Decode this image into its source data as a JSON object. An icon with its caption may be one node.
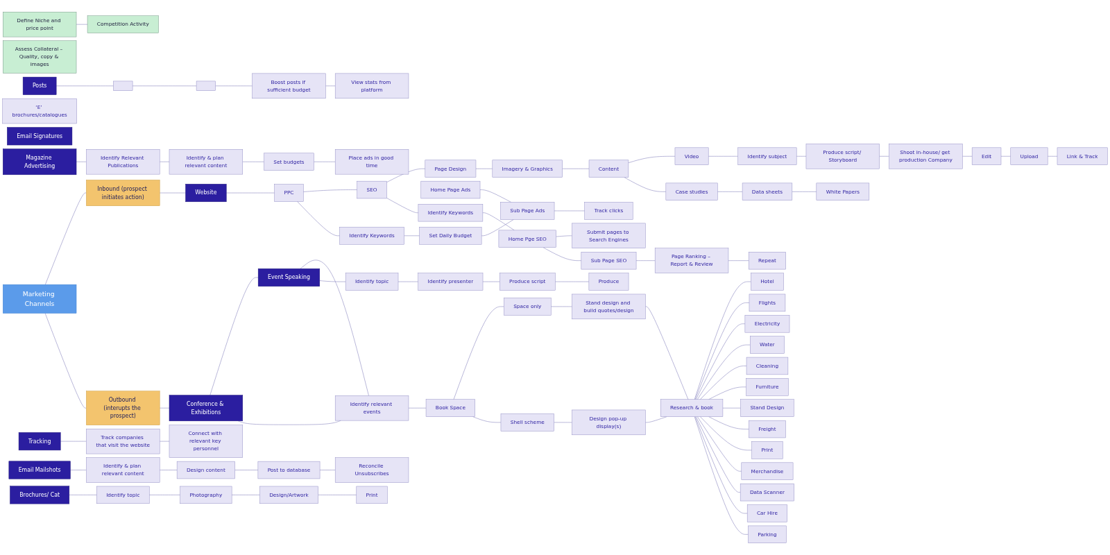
{
  "diagram": {
    "nodes": [
      {
        "text": [
          "Define Niche and price point"
        ]
      },
      {
        "text": [
          "Competition Activity"
        ]
      },
      {
        "text": [
          "Assess Collateral – Quality, copy & images"
        ]
      },
      {
        "text": [
          "Marketing Channels"
        ]
      },
      {
        "text": [
          "Inbound (prospect initiates action)"
        ]
      },
      {
        "text": [
          "Outbound (interupts the prospect)"
        ]
      },
      {
        "text": [
          "Website"
        ]
      },
      {
        "text": [
          "PPC"
        ]
      },
      {
        "text": [
          "Identify Keywords"
        ]
      },
      {
        "text": [
          "Set Daily Budget"
        ]
      },
      {
        "text": [
          "Home Page Ads"
        ]
      },
      {
        "text": [
          "Sub Page Ads"
        ]
      },
      {
        "text": [
          "Track clicks"
        ]
      },
      {
        "text": [
          "SEO"
        ]
      },
      {
        "text": [
          "Identify Keywords"
        ]
      },
      {
        "text": [
          "Home Pge SEO"
        ]
      },
      {
        "text": [
          "Submit pages to Search Engines"
        ]
      },
      {
        "text": [
          "Sub Page SEO"
        ]
      },
      {
        "text": [
          "Page Ranking – Report & Review"
        ]
      },
      {
        "text": [
          "Repeat"
        ]
      },
      {
        "text": [
          "Page Design"
        ]
      },
      {
        "text": [
          "Imagery & Graphics"
        ]
      },
      {
        "text": [
          "‘E’ brochures/catalogues"
        ]
      },
      {
        "text": [
          "Content"
        ]
      },
      {
        "text": [
          "Case studies"
        ]
      },
      {
        "text": [
          "Data sheets"
        ]
      },
      {
        "text": [
          "White Papers"
        ]
      },
      {
        "text": [
          "Video"
        ]
      },
      {
        "text": [
          "Identify subject"
        ]
      },
      {
        "text": [
          "Produce script/ Storyboard"
        ]
      },
      {
        "text": [
          "Shoot in-house/ get production Company"
        ]
      },
      {
        "text": [
          "Edit"
        ]
      },
      {
        "text": [
          "Upload"
        ]
      },
      {
        "text": [
          "Link & Track"
        ]
      },
      {
        "text": [
          "Email Signatures"
        ]
      },
      {
        "text": [
          "Posts"
        ]
      },
      {
        "text": [],
        "shape": "box"
      },
      {
        "text": [],
        "shape": "box"
      },
      {
        "text": [
          "Boost posts if sufficient budget"
        ]
      },
      {
        "text": [
          "View stats from platform"
        ]
      },
      {
        "text": [
          "Magazine Advertising"
        ]
      },
      {
        "text": [
          "Identify Relevant Publications"
        ]
      },
      {
        "text": [
          "Identify & plan relevant content"
        ]
      },
      {
        "text": [
          "Set budgets"
        ]
      },
      {
        "text": [
          "Place ads in good time"
        ]
      },
      {
        "text": [
          "Tracking"
        ]
      },
      {
        "text": [
          "Track companies that visit the website"
        ]
      },
      {
        "text": [
          "Connect with relevant key personnel"
        ]
      },
      {
        "text": [
          "Email Mailshots"
        ]
      },
      {
        "text": [
          "Identify & plan relevant content"
        ]
      },
      {
        "text": [
          "Design content"
        ]
      },
      {
        "text": [
          "Post to database"
        ]
      },
      {
        "text": [
          "Reconcile Unsubscribes"
        ]
      },
      {
        "text": [
          "Event Speaking"
        ]
      },
      {
        "text": [
          "Identify topic"
        ]
      },
      {
        "text": [
          "Identify presenter"
        ]
      },
      {
        "text": [
          "Produce script"
        ]
      },
      {
        "text": [
          "Produce"
        ]
      },
      {
        "text": [
          "Conference & Exhibitions"
        ]
      },
      {
        "text": [
          "Identify relevant events"
        ]
      },
      {
        "text": [
          "Book Space"
        ]
      },
      {
        "text": [
          "Space only"
        ]
      },
      {
        "text": [
          "Shell scheme"
        ]
      },
      {
        "text": [
          "Stand design and build quotes/design"
        ]
      },
      {
        "text": [
          "Design pop-up display(s)"
        ]
      },
      {
        "text": [
          "Research & book"
        ]
      },
      {
        "text": [
          "Hotel"
        ]
      },
      {
        "text": [
          "Flights"
        ]
      },
      {
        "text": [
          "Electricity"
        ]
      },
      {
        "text": [
          "Water"
        ]
      },
      {
        "text": [
          "Cleaning"
        ]
      },
      {
        "text": [
          "Furniture"
        ]
      },
      {
        "text": [
          "Stand Design"
        ]
      },
      {
        "text": [
          "Freight"
        ]
      },
      {
        "text": [
          "Print"
        ]
      },
      {
        "text": [
          "Merchandise"
        ]
      },
      {
        "text": [
          "Data Scanner"
        ]
      },
      {
        "text": [
          "Car Hire"
        ]
      },
      {
        "text": [
          "Parking"
        ]
      },
      {
        "text": [
          "Brochures/ Cat"
        ]
      },
      {
        "text": [
          "Identify topic"
        ]
      },
      {
        "text": [
          "Photography"
        ]
      },
      {
        "text": [
          "Design/Artwork"
        ]
      },
      {
        "text": [
          "Print"
        ]
      }
    ],
    "edges": [
      {
        "from": 0,
        "to": 1,
        "arrow": "none"
      },
      {
        "from": 3,
        "to": 4,
        "arrow": "none"
      },
      {
        "from": 3,
        "to": 5,
        "arrow": "none"
      },
      {
        "from": 4,
        "to": 6,
        "arrow": "none"
      },
      {
        "from": 6,
        "to": 7,
        "arrow": "none"
      },
      {
        "from": 7,
        "to": 13,
        "arrow": "none"
      },
      {
        "from": 13,
        "to": 20,
        "arrow": "none"
      },
      {
        "from": 20,
        "to": 21,
        "arrow": "none"
      },
      {
        "from": 21,
        "to": 23,
        "arrow": "none"
      },
      {
        "from": 23,
        "to": 27,
        "arrow": "none"
      },
      {
        "from": 7,
        "to": 8,
        "arrow": "none"
      },
      {
        "from": 8,
        "to": 9,
        "arrow": "none"
      },
      {
        "from": 9,
        "to": 11,
        "arrow": "none"
      },
      {
        "from": 10,
        "to": 11,
        "arrow": "none"
      },
      {
        "from": 11,
        "to": 12,
        "arrow": "none"
      },
      {
        "from": 13,
        "to": 14,
        "arrow": "none"
      },
      {
        "from": 14,
        "to": 15,
        "arrow": "none"
      },
      {
        "from": 15,
        "to": 16,
        "arrow": "none"
      },
      {
        "from": 15,
        "to": 17,
        "arrow": "none"
      },
      {
        "from": 17,
        "to": 18,
        "arrow": "none"
      },
      {
        "from": 18,
        "to": 19,
        "arrow": "none"
      },
      {
        "from": 23,
        "to": 24,
        "arrow": "none"
      },
      {
        "from": 24,
        "to": 25,
        "arrow": "none"
      },
      {
        "from": 25,
        "to": 26,
        "arrow": "none"
      },
      {
        "from": 27,
        "to": 28,
        "arrow": "none"
      },
      {
        "from": 28,
        "to": 29,
        "arrow": "none"
      },
      {
        "from": 29,
        "to": 30,
        "arrow": "none"
      },
      {
        "from": 30,
        "to": 31,
        "arrow": "none"
      },
      {
        "from": 31,
        "to": 32,
        "arrow": "none"
      },
      {
        "from": 32,
        "to": 33,
        "arrow": "none"
      },
      {
        "from": 35,
        "to": 36,
        "arrow": "none"
      },
      {
        "from": 36,
        "to": 37,
        "arrow": "none"
      },
      {
        "from": 37,
        "to": 38,
        "arrow": "none"
      },
      {
        "from": 38,
        "to": 39,
        "arrow": "none"
      },
      {
        "from": 40,
        "to": 41,
        "arrow": "none"
      },
      {
        "from": 41,
        "to": 42,
        "arrow": "none"
      },
      {
        "from": 42,
        "to": 43,
        "arrow": "none"
      },
      {
        "from": 43,
        "to": 44,
        "arrow": "none"
      },
      {
        "from": 45,
        "to": 46,
        "arrow": "none"
      },
      {
        "from": 46,
        "to": 47,
        "arrow": "none"
      },
      {
        "from": 48,
        "to": 49,
        "arrow": "none"
      },
      {
        "from": 49,
        "to": 50,
        "arrow": "none"
      },
      {
        "from": 50,
        "to": 51,
        "arrow": "none"
      },
      {
        "from": 51,
        "to": 52,
        "arrow": "none"
      },
      {
        "from": 5,
        "to": 58,
        "arrow": "none"
      },
      {
        "from": 58,
        "to": 53,
        "arrow": "none"
      },
      {
        "from": 53,
        "to": 59,
        "arrow": "none"
      },
      {
        "from": 58,
        "to": 59,
        "arrow": "none"
      },
      {
        "from": 53,
        "to": 54,
        "arrow": "none"
      },
      {
        "from": 54,
        "to": 55,
        "arrow": "none"
      },
      {
        "from": 55,
        "to": 56,
        "arrow": "none"
      },
      {
        "from": 56,
        "to": 57,
        "arrow": "none"
      },
      {
        "from": 59,
        "to": 60,
        "arrow": "none"
      },
      {
        "from": 60,
        "to": 61,
        "arrow": "none"
      },
      {
        "from": 60,
        "to": 62,
        "arrow": "none"
      },
      {
        "from": 61,
        "to": 63,
        "arrow": "none"
      },
      {
        "from": 62,
        "to": 64,
        "arrow": "none"
      },
      {
        "from": 63,
        "to": 65,
        "arrow": "none"
      },
      {
        "from": 64,
        "to": 65,
        "arrow": "none"
      },
      {
        "from": 65,
        "to": 66,
        "arrow": "none"
      },
      {
        "from": 65,
        "to": 67,
        "arrow": "none"
      },
      {
        "from": 65,
        "to": 68,
        "arrow": "none"
      },
      {
        "from": 65,
        "to": 69,
        "arrow": "none"
      },
      {
        "from": 65,
        "to": 70,
        "arrow": "none"
      },
      {
        "from": 65,
        "to": 71,
        "arrow": "none"
      },
      {
        "from": 65,
        "to": 72,
        "arrow": "none"
      },
      {
        "from": 65,
        "to": 73,
        "arrow": "none"
      },
      {
        "from": 65,
        "to": 74,
        "arrow": "none"
      },
      {
        "from": 65,
        "to": 75,
        "arrow": "none"
      },
      {
        "from": 65,
        "to": 76,
        "arrow": "none"
      },
      {
        "from": 65,
        "to": 77,
        "arrow": "none"
      },
      {
        "from": 65,
        "to": 78,
        "arrow": "none"
      },
      {
        "from": 79,
        "to": 80,
        "arrow": "none"
      },
      {
        "from": 80,
        "to": 81,
        "arrow": "none"
      },
      {
        "from": 81,
        "to": 82,
        "arrow": "none"
      },
      {
        "from": 82,
        "to": 83,
        "arrow": "none"
      }
    ]
  }
}
